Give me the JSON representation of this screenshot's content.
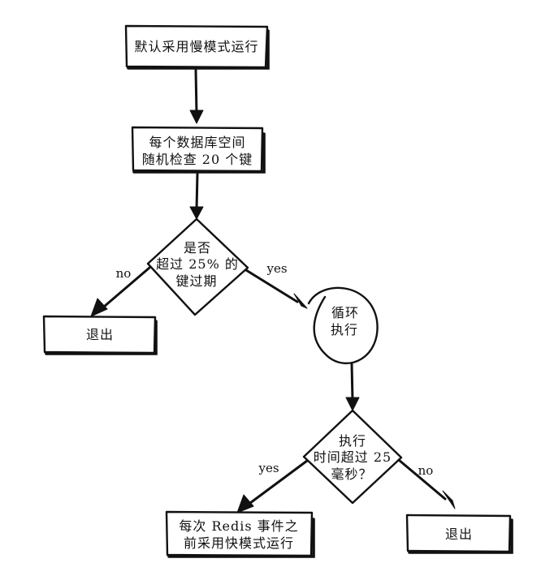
{
  "diagram": {
    "nodes": {
      "start": {
        "lines": [
          "默认采用慢模式运行"
        ]
      },
      "check": {
        "lines": [
          "每个数据库空间",
          "随机检查 20 个键"
        ]
      },
      "decision1": {
        "lines": [
          "是否",
          "超过 25% 的",
          "键过期"
        ]
      },
      "exit1": {
        "lines": [
          "退出"
        ]
      },
      "loop": {
        "lines": [
          "循环",
          "执行"
        ]
      },
      "decision2": {
        "lines": [
          "执行",
          "时间超过 25",
          "毫秒？"
        ]
      },
      "fast": {
        "lines": [
          "每次 Redis 事件之",
          "前采用快模式运行"
        ]
      },
      "exit2": {
        "lines": [
          "退出"
        ]
      }
    },
    "edges": {
      "d1_no": "no",
      "d1_yes": "yes",
      "d2_yes": "yes",
      "d2_no": "no"
    }
  }
}
